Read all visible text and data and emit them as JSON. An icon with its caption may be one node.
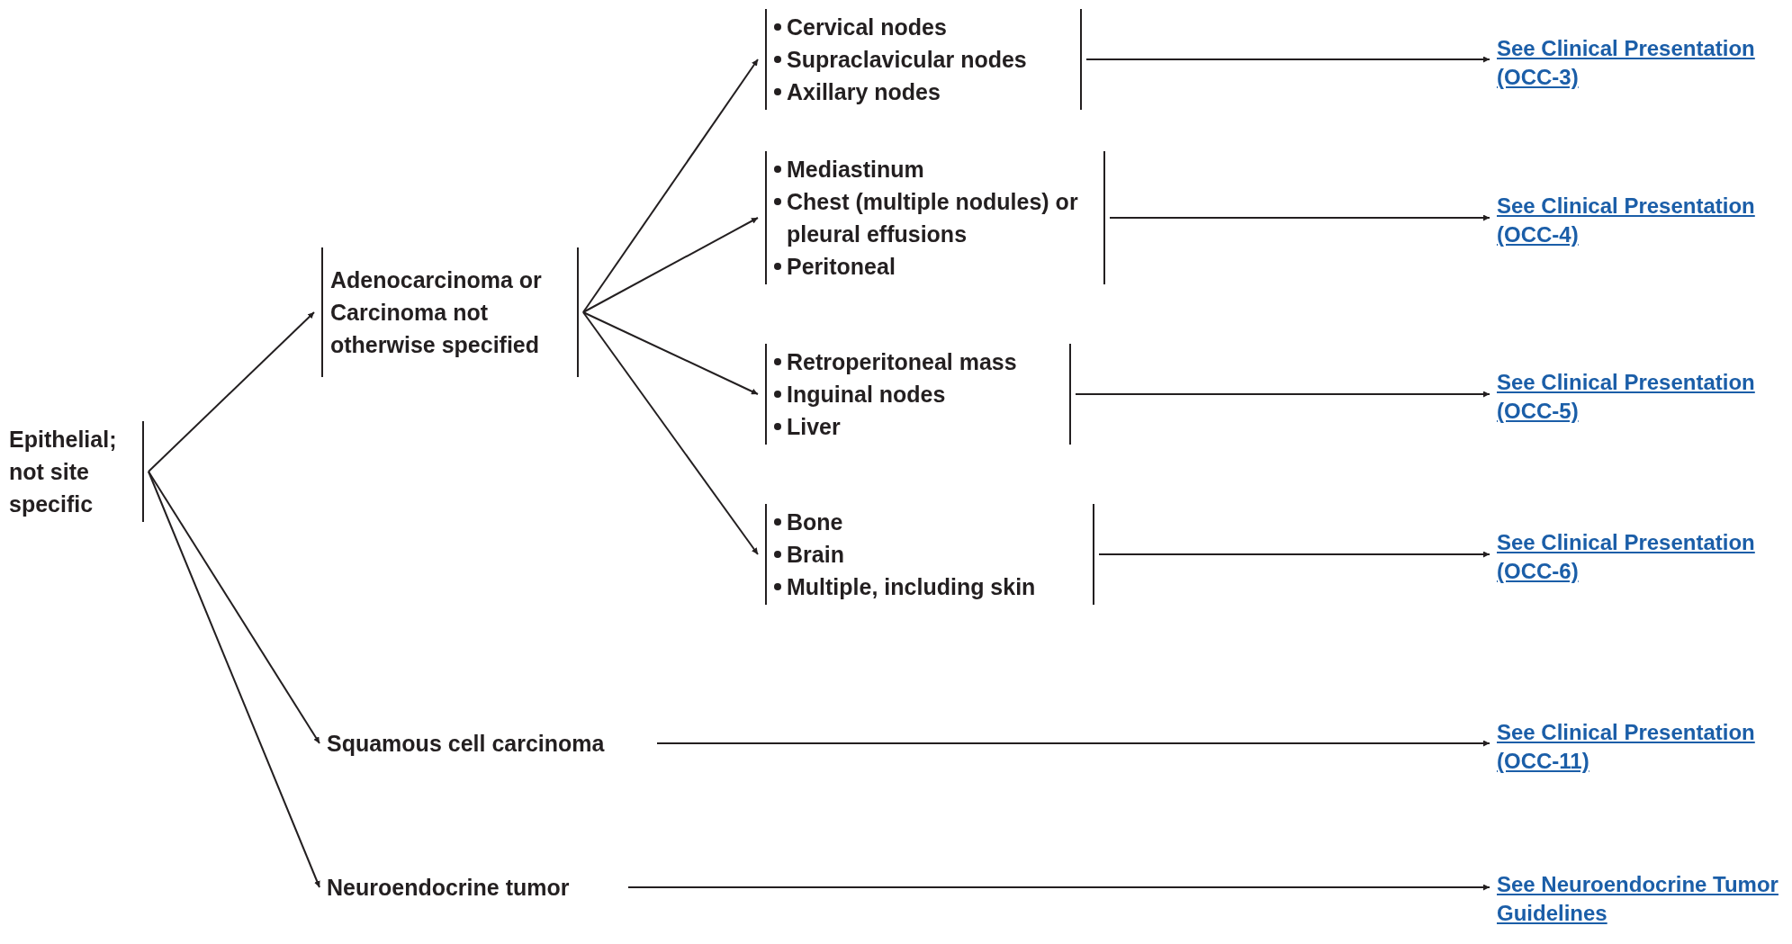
{
  "diagram": {
    "nodes": [
      {
        "text": [
          "Epithelial; not site specific"
        ]
      },
      {
        "text": [
          "Adenocarcinoma or Carcinoma not otherwise specified"
        ]
      },
      {
        "text": [
          "Cervical nodes",
          "Supraclavicular nodes",
          "Axillary nodes"
        ]
      },
      {
        "text": [
          "Mediastinum",
          "Chest (multiple nodules) or pleural effusions",
          "Peritoneal"
        ]
      },
      {
        "text": [
          "Retroperitoneal mass",
          "Inguinal nodes",
          "Liver"
        ]
      },
      {
        "text": [
          "Bone",
          "Brain",
          "Multiple, including skin"
        ]
      },
      {
        "text": [
          "Squamous cell carcinoma"
        ]
      },
      {
        "text": [
          "Neuroendocrine tumor"
        ]
      },
      {
        "text": [
          "See Clinical Presentation (OCC-3)"
        ]
      },
      {
        "text": [
          "See Clinical Presentation (OCC-4)"
        ]
      },
      {
        "text": [
          "See Clinical Presentation (OCC-5)"
        ]
      },
      {
        "text": [
          "See Clinical Presentation (OCC-6)"
        ]
      },
      {
        "text": [
          "See Clinical Presentation (OCC-11)"
        ]
      },
      {
        "text": [
          "See Neuroendocrine Tumor Guidelines"
        ]
      }
    ],
    "edges": [
      {
        "from": 0,
        "to": 1,
        "arrow": "to"
      },
      {
        "from": 0,
        "to": 6,
        "arrow": "to"
      },
      {
        "from": 0,
        "to": 7,
        "arrow": "to"
      },
      {
        "from": 1,
        "to": 2,
        "arrow": "to"
      },
      {
        "from": 1,
        "to": 3,
        "arrow": "to"
      },
      {
        "from": 1,
        "to": 4,
        "arrow": "to"
      },
      {
        "from": 1,
        "to": 5,
        "arrow": "to"
      },
      {
        "from": 2,
        "to": 8,
        "arrow": "to"
      },
      {
        "from": 3,
        "to": 9,
        "arrow": "to"
      },
      {
        "from": 4,
        "to": 10,
        "arrow": "to"
      },
      {
        "from": 5,
        "to": 11,
        "arrow": "to"
      },
      {
        "from": 6,
        "to": 12,
        "arrow": "to"
      },
      {
        "from": 7,
        "to": 13,
        "arrow": "to"
      }
    ]
  }
}
